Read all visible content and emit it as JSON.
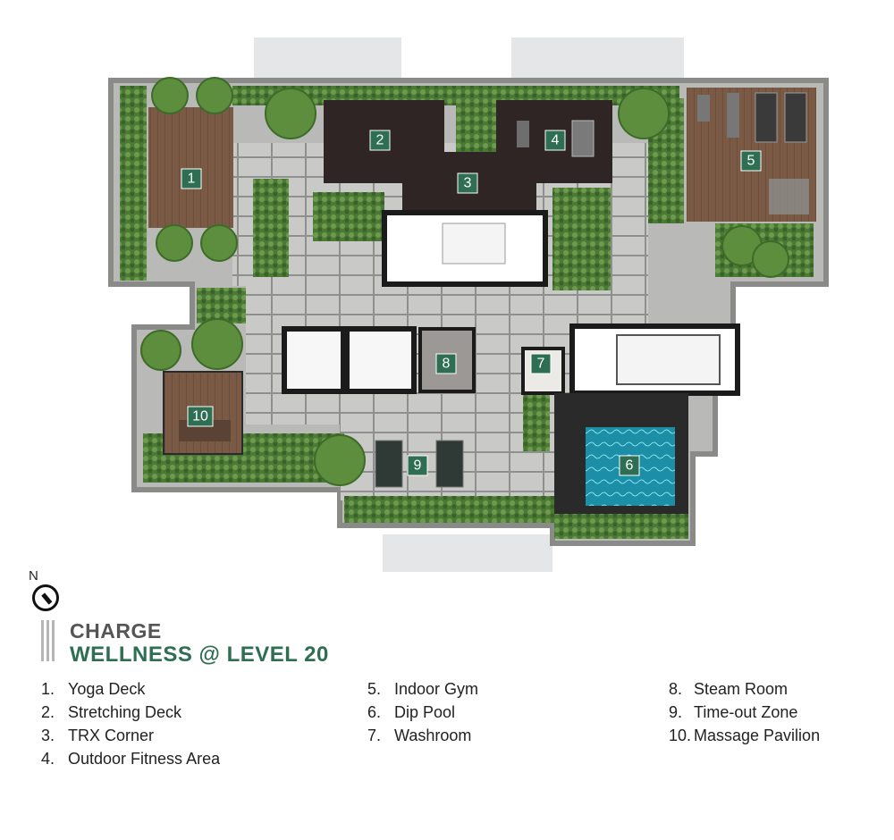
{
  "plan": {
    "title": "CHARGE",
    "subtitle": "WELLNESS @ LEVEL 20",
    "north_label": "N",
    "colors": {
      "accent": "#2e6e52",
      "brand_grey": "#555555",
      "paving": "#c8c8c6",
      "greenery": "#4f7d3a",
      "deck": "#7a5a44",
      "dark_floor": "#2f2525",
      "pool": "#1f9fb5"
    },
    "markers": [
      "1",
      "2",
      "3",
      "4",
      "5",
      "6",
      "7",
      "8",
      "9",
      "10"
    ],
    "legend": {
      "column1": [
        {
          "num": "1.",
          "label": "Yoga Deck"
        },
        {
          "num": "2.",
          "label": "Stretching Deck"
        },
        {
          "num": "3.",
          "label": "TRX Corner"
        },
        {
          "num": "4.",
          "label": "Outdoor Fitness Area"
        }
      ],
      "column2": [
        {
          "num": "5.",
          "label": "Indoor Gym"
        },
        {
          "num": "6.",
          "label": "Dip Pool"
        },
        {
          "num": "7.",
          "label": "Washroom"
        }
      ],
      "column3": [
        {
          "num": "8.",
          "label": "Steam Room"
        },
        {
          "num": "9.",
          "label": "Time-out Zone"
        },
        {
          "num": "10.",
          "label": "Massage Pavilion"
        }
      ]
    }
  }
}
